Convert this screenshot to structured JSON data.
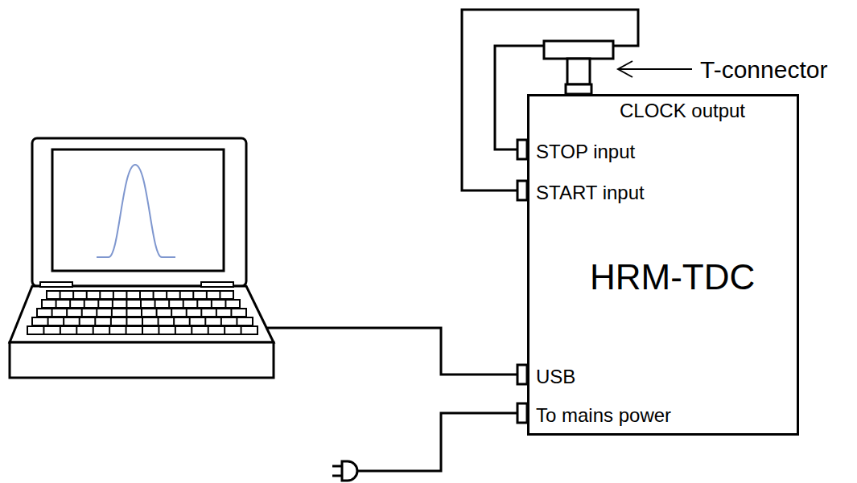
{
  "diagram": {
    "nodes": [
      {
        "text": [
          "CLOCK output",
          "STOP input",
          "START input",
          "HRM-TDC",
          "USB",
          "To mains power"
        ]
      }
    ],
    "labels": [
      "T-connector"
    ]
  }
}
